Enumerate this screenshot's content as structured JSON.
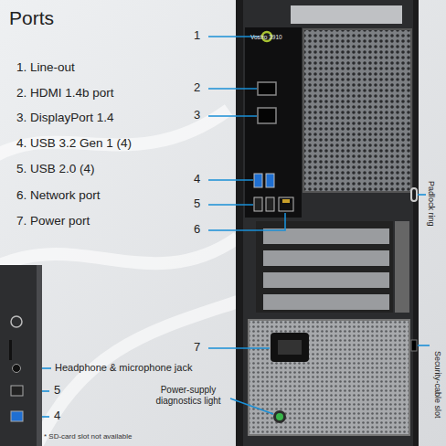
{
  "diagram": {
    "title": "Ports",
    "labels": [
      "1. Line-out",
      "2. HDMI 1.4b port",
      "3. DisplayPort 1.4",
      "4. USB 3.2 Gen 1 (4)",
      "5. USB 2.0 (4)",
      "6. Network port",
      "7. Power port",
      "1",
      "2",
      "3",
      "4",
      "5",
      "6",
      "7",
      "Vostro 3910",
      "Padlock ring",
      "Security-cable slot",
      "Headphone & microphone jack",
      "5",
      "4",
      "Power-supply diagnostics light",
      "* SD-card slot not available"
    ]
  }
}
